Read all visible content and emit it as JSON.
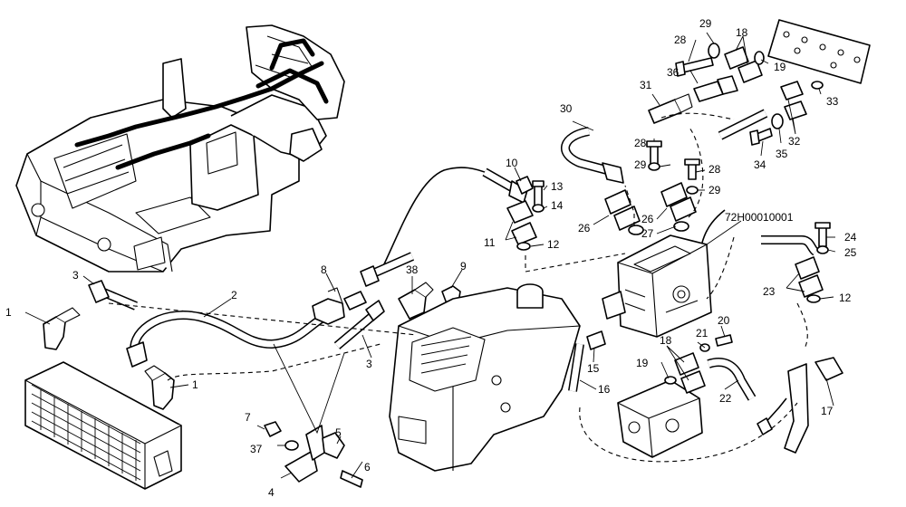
{
  "diagram_code": "72H00010001",
  "callouts": [
    {
      "id": "c1a",
      "text": "1"
    },
    {
      "id": "c1b",
      "text": "1"
    },
    {
      "id": "c2",
      "text": "2"
    },
    {
      "id": "c3a",
      "text": "3"
    },
    {
      "id": "c3b",
      "text": "3"
    },
    {
      "id": "c4",
      "text": "4"
    },
    {
      "id": "c5",
      "text": "5"
    },
    {
      "id": "c6",
      "text": "6"
    },
    {
      "id": "c7",
      "text": "7"
    },
    {
      "id": "c8",
      "text": "8"
    },
    {
      "id": "c9",
      "text": "9"
    },
    {
      "id": "c10",
      "text": "10"
    },
    {
      "id": "c11",
      "text": "11"
    },
    {
      "id": "c12a",
      "text": "12"
    },
    {
      "id": "c12b",
      "text": "12"
    },
    {
      "id": "c13",
      "text": "13"
    },
    {
      "id": "c14",
      "text": "14"
    },
    {
      "id": "c15",
      "text": "15"
    },
    {
      "id": "c16",
      "text": "16"
    },
    {
      "id": "c17",
      "text": "17"
    },
    {
      "id": "c18a",
      "text": "18"
    },
    {
      "id": "c18b",
      "text": "18"
    },
    {
      "id": "c19a",
      "text": "19"
    },
    {
      "id": "c19b",
      "text": "19"
    },
    {
      "id": "c20",
      "text": "20"
    },
    {
      "id": "c21",
      "text": "21"
    },
    {
      "id": "c22",
      "text": "22"
    },
    {
      "id": "c23",
      "text": "23"
    },
    {
      "id": "c24",
      "text": "24"
    },
    {
      "id": "c25",
      "text": "25"
    },
    {
      "id": "c26a",
      "text": "26"
    },
    {
      "id": "c26b",
      "text": "26"
    },
    {
      "id": "c27",
      "text": "27"
    },
    {
      "id": "c28a",
      "text": "28"
    },
    {
      "id": "c28b",
      "text": "28"
    },
    {
      "id": "c28c",
      "text": "28"
    },
    {
      "id": "c29a",
      "text": "29"
    },
    {
      "id": "c29b",
      "text": "29"
    },
    {
      "id": "c29c",
      "text": "29"
    },
    {
      "id": "c30",
      "text": "30"
    },
    {
      "id": "c31",
      "text": "31"
    },
    {
      "id": "c32",
      "text": "32"
    },
    {
      "id": "c33",
      "text": "33"
    },
    {
      "id": "c34",
      "text": "34"
    },
    {
      "id": "c35",
      "text": "35"
    },
    {
      "id": "c36",
      "text": "36"
    },
    {
      "id": "c37",
      "text": "37"
    },
    {
      "id": "c38",
      "text": "38"
    }
  ]
}
